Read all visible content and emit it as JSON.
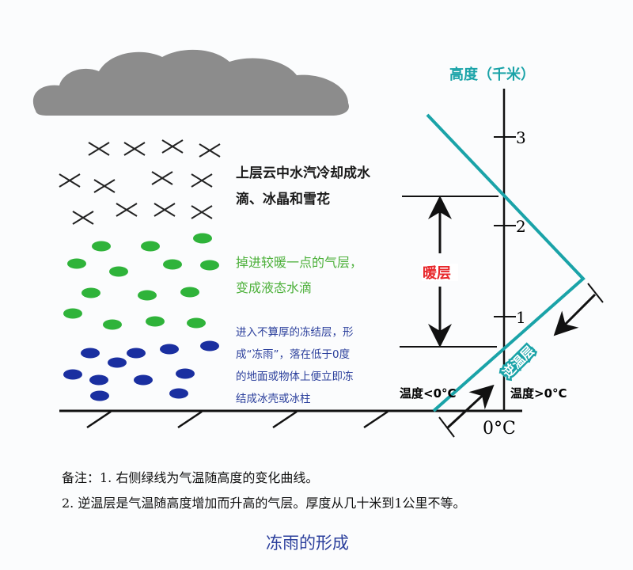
{
  "axis": {
    "title": "高度（千米）",
    "ticks": [
      "1",
      "2",
      "3"
    ],
    "zero_label": "0°C"
  },
  "labels": {
    "upper": [
      "上层云中水汽冷却成水",
      "滴、冰晶和雪花"
    ],
    "middle": [
      "掉进较暖一点的气层，",
      "变成液态水滴"
    ],
    "lower": [
      "进入不算厚的冻结层，形",
      "成“冻雨”，落在低于0度",
      "的地面或物体上便立即冻",
      "结成冰壳或冰柱"
    ],
    "warm_layer": "暖层",
    "inversion_layer": "逆温层",
    "temp_below": "温度<0°C",
    "temp_above": "温度>0°C"
  },
  "notes": [
    "备注：1. 右侧绿线为气温随高度的变化曲线。",
    "2. 逆温层是气温随高度增加而升高的气层。厚度从几十米到1公里不等。"
  ],
  "title": "冻雨的形成",
  "colors": {
    "curve": "#1aa3a8",
    "cloud": "#8c8c8c",
    "green_drop": "#2fb33a",
    "blue_drop": "#1a2fa0",
    "warm": "#e8262a",
    "axis_title": "#1aa3a8"
  }
}
